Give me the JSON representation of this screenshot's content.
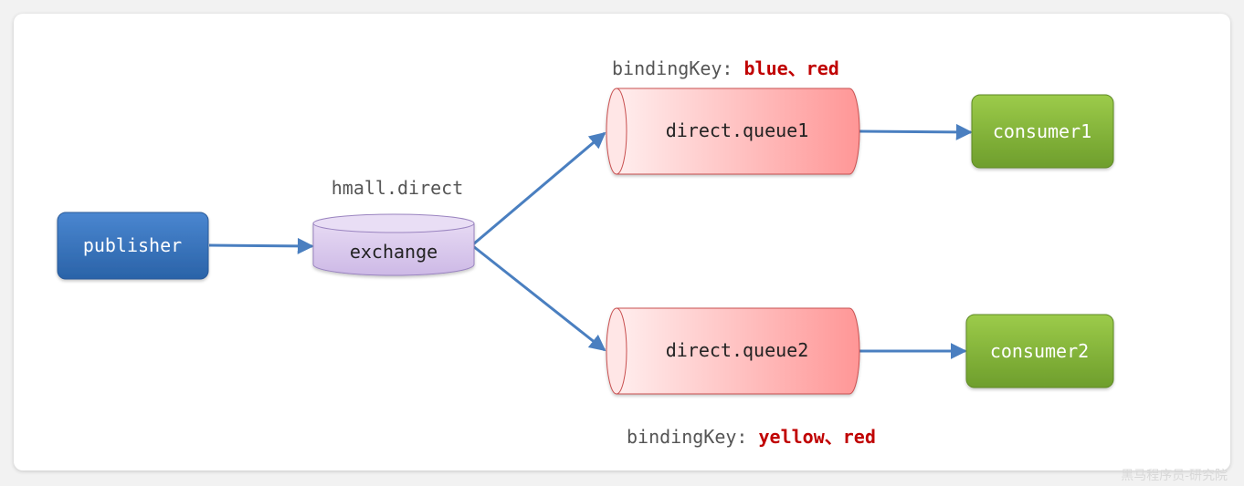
{
  "exchange": {
    "name": "hmall.direct",
    "label": "exchange"
  },
  "publisher": {
    "label": "publisher"
  },
  "queues": [
    {
      "label": "direct.queue1",
      "binding_prefix": "bindingKey: ",
      "binding_keys": "blue、red"
    },
    {
      "label": "direct.queue2",
      "binding_prefix": "bindingKey: ",
      "binding_keys": "yellow、red"
    }
  ],
  "consumers": [
    {
      "label": "consumer1"
    },
    {
      "label": "consumer2"
    }
  ],
  "watermark": "黑马程序员-研究院",
  "colors": {
    "publisher_top": "#4a86d0",
    "publisher_bottom": "#2a63a8",
    "exchange_fill": "#d9c9ec",
    "exchange_stroke": "#9a84c0",
    "queue_light": "#ffecec",
    "queue_dark": "#ff9a9a",
    "queue_stroke": "#c85050",
    "consumer_top": "#9ccb4a",
    "consumer_bottom": "#6e9e2c",
    "arrow": "#4a7fc0",
    "binding_key": "#c00000",
    "label_gray": "#555555"
  }
}
